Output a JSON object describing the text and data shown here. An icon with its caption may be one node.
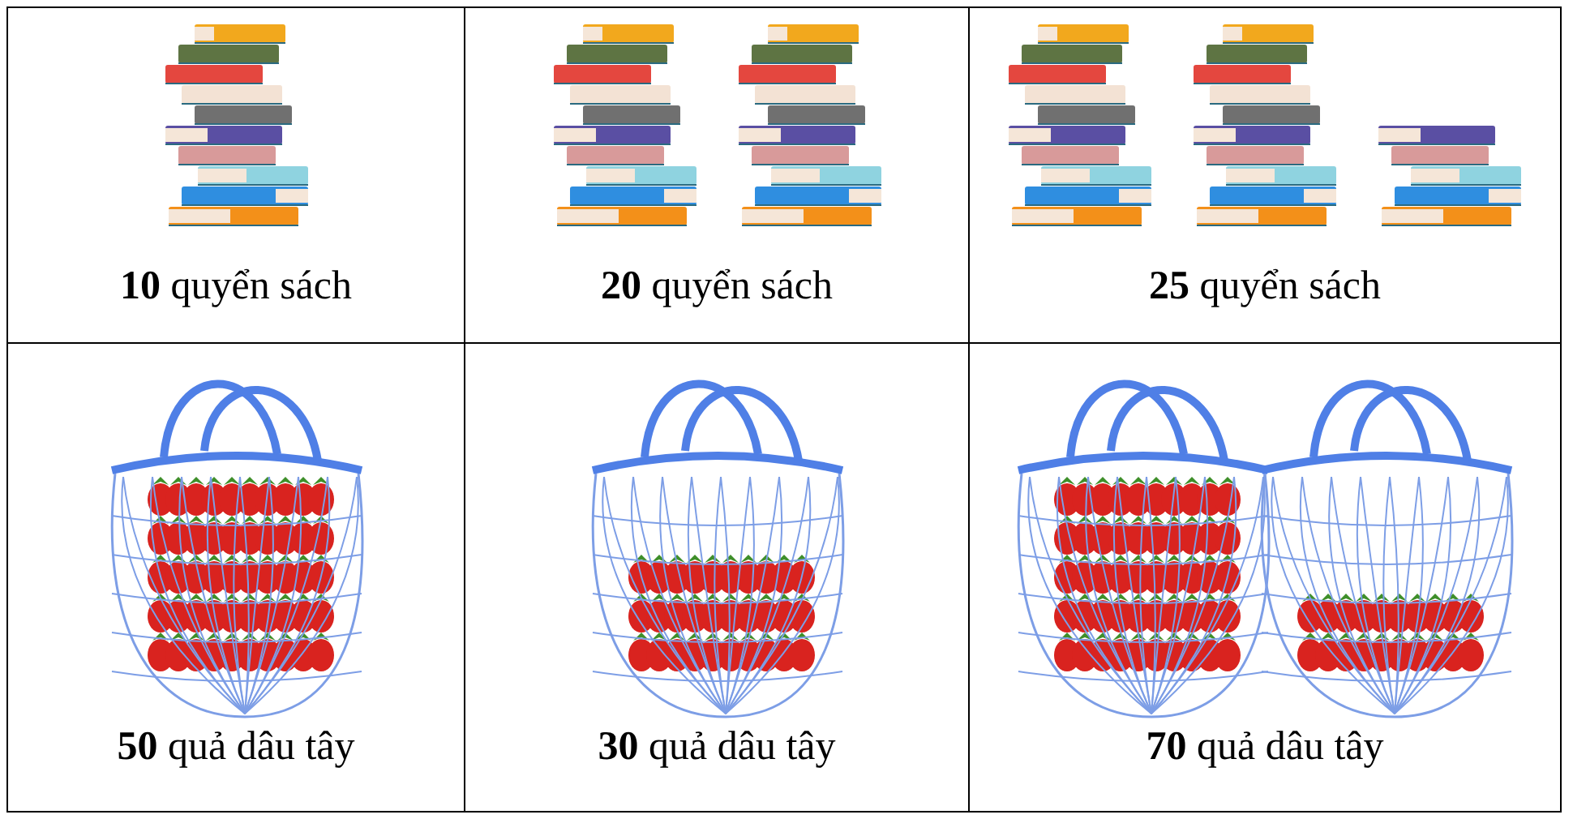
{
  "diagram": {
    "labels": [
      "**10** quyển sách",
      "**20** quyển sách",
      "**25** quyển sách",
      "**50** quả dâu tây",
      "**30** quả dâu tây",
      "**70** quả dâu tây"
    ]
  }
}
